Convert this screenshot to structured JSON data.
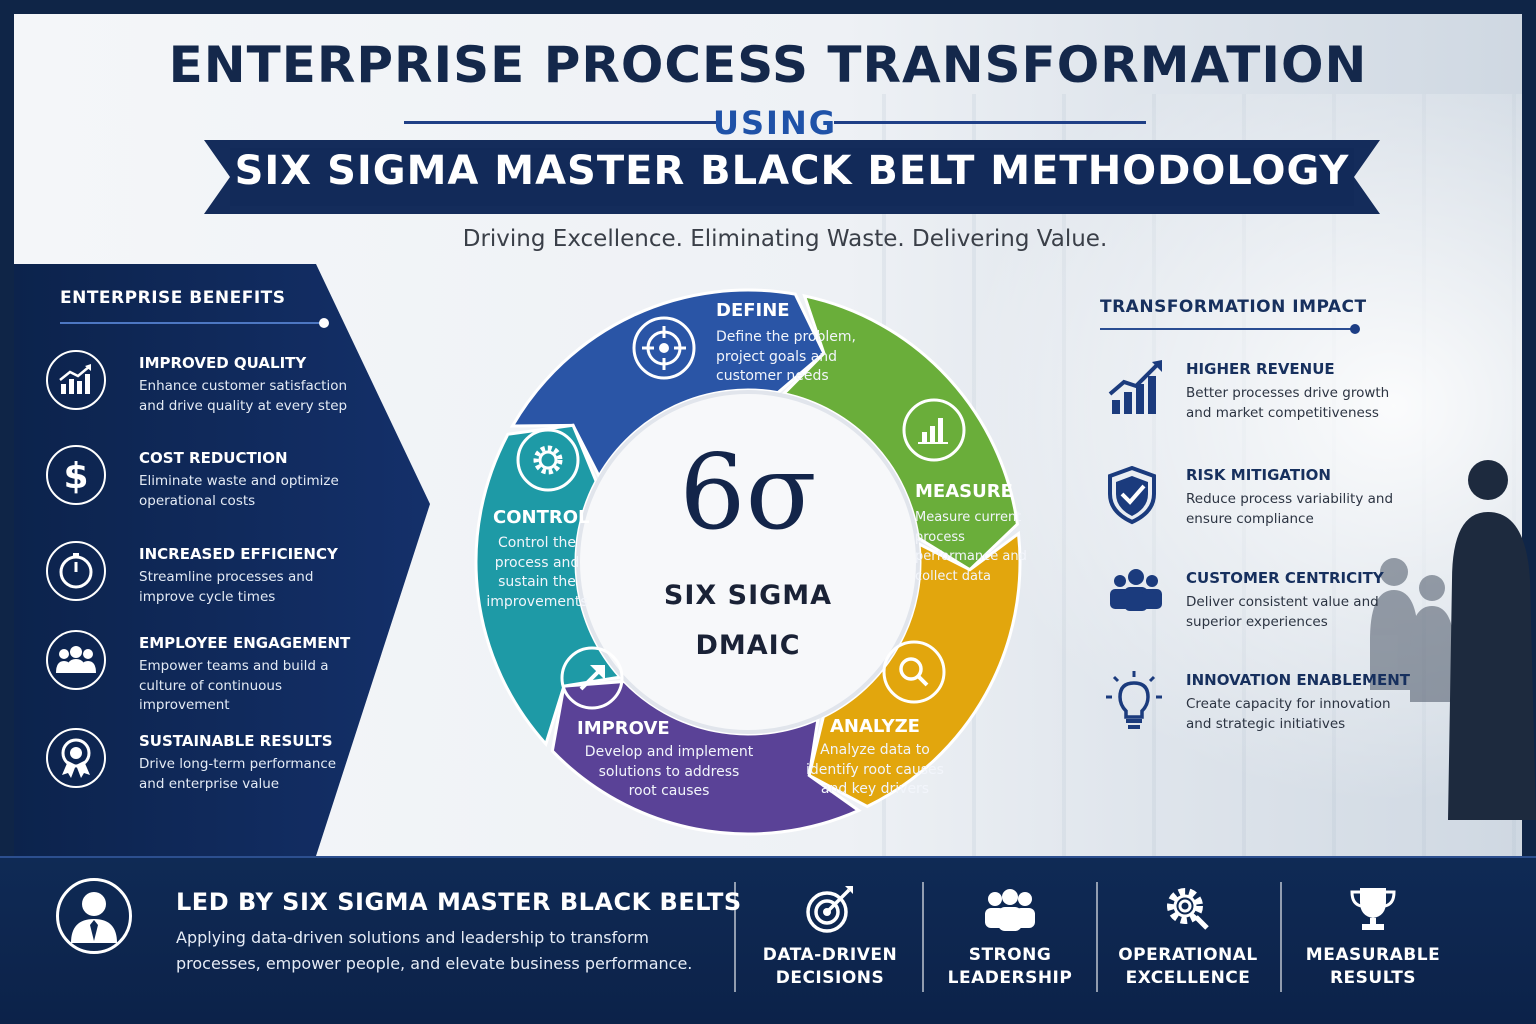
{
  "header": {
    "title": "ENTERPRISE PROCESS TRANSFORMATION",
    "using": "USING",
    "banner": "SIX SIGMA MASTER BLACK BELT METHODOLOGY",
    "tagline": "Driving Excellence. Eliminating Waste. Delivering Value."
  },
  "colors": {
    "navy": "#0f2547",
    "define": "#2a55a6",
    "measure": "#6aae3a",
    "analyze": "#e2a60d",
    "improve": "#5a4297",
    "control": "#1e9aa6"
  },
  "benefits": {
    "heading": "ENTERPRISE BENEFITS",
    "items": [
      {
        "icon": "bar-chart-up-icon",
        "title": "IMPROVED QUALITY",
        "desc": "Enhance customer satisfaction and drive quality at every step"
      },
      {
        "icon": "dollar-icon",
        "title": "COST REDUCTION",
        "desc": "Eliminate waste and optimize operational costs"
      },
      {
        "icon": "clock-icon",
        "title": "INCREASED EFFICIENCY",
        "desc": "Streamline processes and improve cycle times"
      },
      {
        "icon": "team-icon",
        "title": "EMPLOYEE ENGAGEMENT",
        "desc": "Empower teams and build a culture of continuous improvement"
      },
      {
        "icon": "award-ribbon-icon",
        "title": "SUSTAINABLE RESULTS",
        "desc": "Drive long-term performance and enterprise value"
      }
    ]
  },
  "dmaic": {
    "center_symbol": "6σ",
    "center_name": "SIX SIGMA",
    "center_sub": "DMAIC",
    "phases": [
      {
        "key": "define",
        "icon": "target-icon",
        "label": "DEFINE",
        "desc": "Define the problem, project goals and customer needs"
      },
      {
        "key": "measure",
        "icon": "bar-chart-icon",
        "label": "MEASURE",
        "desc": "Measure current process performance and collect data"
      },
      {
        "key": "analyze",
        "icon": "magnifier-icon",
        "label": "ANALYZE",
        "desc": "Analyze data to identify root causes and key drivers"
      },
      {
        "key": "improve",
        "icon": "arrow-up-right-icon",
        "label": "IMPROVE",
        "desc": "Develop and implement solutions to address root causes"
      },
      {
        "key": "control",
        "icon": "gear-icon",
        "label": "CONTROL",
        "desc": "Control the process and sustain the improvements"
      }
    ]
  },
  "impact": {
    "heading": "TRANSFORMATION IMPACT",
    "items": [
      {
        "icon": "growth-chart-icon",
        "title": "HIGHER REVENUE",
        "desc": "Better processes drive growth and market competitiveness"
      },
      {
        "icon": "shield-check-icon",
        "title": "RISK MITIGATION",
        "desc": "Reduce process variability and ensure compliance"
      },
      {
        "icon": "customers-icon",
        "title": "CUSTOMER CENTRICITY",
        "desc": "Deliver consistent value and superior experiences"
      },
      {
        "icon": "lightbulb-icon",
        "title": "INNOVATION ENABLEMENT",
        "desc": "Create capacity for innovation and strategic initiatives"
      }
    ]
  },
  "footer": {
    "title": "LED BY SIX SIGMA MASTER BLACK BELTS",
    "desc": "Applying data-driven solutions and leadership to transform processes, empower people, and elevate business performance.",
    "pillars": [
      {
        "icon": "target-arrow-icon",
        "line1": "DATA-DRIVEN",
        "line2": "DECISIONS"
      },
      {
        "icon": "team-icon",
        "line1": "STRONG",
        "line2": "LEADERSHIP"
      },
      {
        "icon": "gear-search-icon",
        "line1": "OPERATIONAL",
        "line2": "EXCELLENCE"
      },
      {
        "icon": "trophy-icon",
        "line1": "MEASURABLE",
        "line2": "RESULTS"
      }
    ]
  }
}
